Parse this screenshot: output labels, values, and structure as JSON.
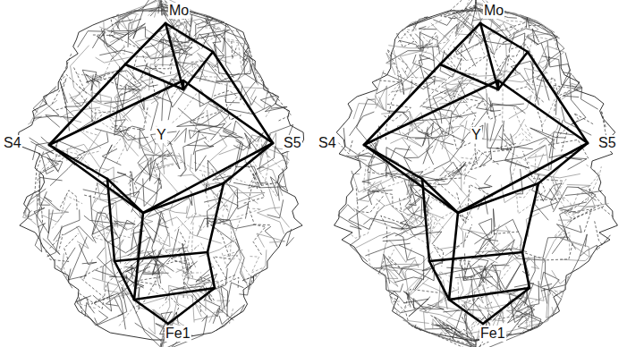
{
  "diagram": {
    "labels": [
      "Mo",
      "S4",
      "Y",
      "S5",
      "Fe1",
      "Mo",
      "S4",
      "Y",
      "S5",
      "Fe1"
    ]
  }
}
